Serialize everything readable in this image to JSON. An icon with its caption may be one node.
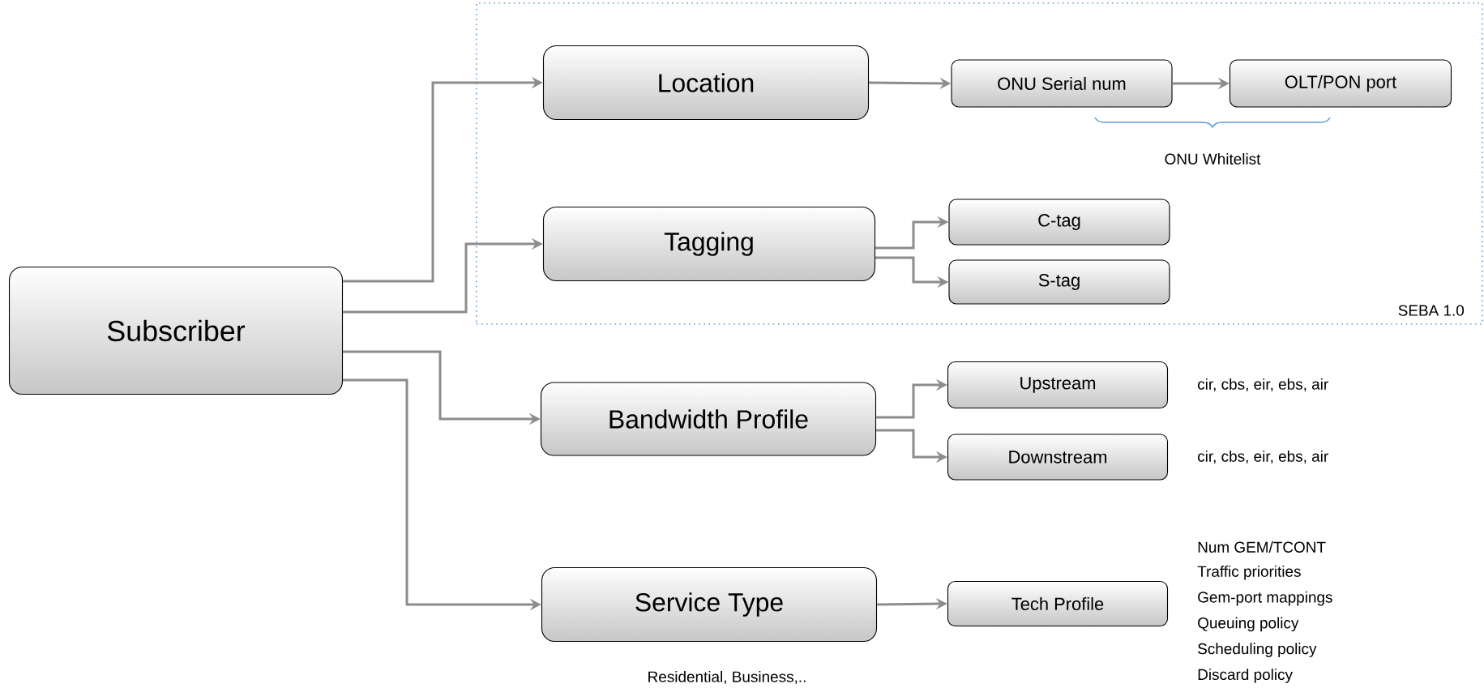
{
  "diagram": {
    "nodes": [
      {
        "text": [
          "SEBA 1.0"
        ]
      },
      {
        "text": [
          "Location"
        ],
        "in": 0
      },
      {
        "text": [
          "ONU Serial num"
        ],
        "in": 0
      },
      {
        "text": [
          "OLT/PON port"
        ],
        "in": 0
      },
      {
        "text": [
          "Tagging"
        ],
        "in": 0
      },
      {
        "text": [
          "C-tag"
        ],
        "in": 0
      },
      {
        "text": [
          "S-tag"
        ],
        "in": 0
      },
      {
        "text": [
          "Subscriber"
        ]
      },
      {
        "text": [
          "Bandwidth Profile"
        ]
      },
      {
        "text": [
          "Upstream"
        ],
        "beside": [
          "cir, cbs, eir, ebs, air"
        ]
      },
      {
        "text": [
          "Downstream"
        ],
        "beside": [
          "cir, cbs, eir, ebs, air"
        ]
      },
      {
        "text": [
          "Service Type"
        ],
        "beside": [
          "Residential, Business,.."
        ]
      },
      {
        "text": [
          "Tech Profile"
        ],
        "beside": [
          "Num GEM/TCONT",
          "Traffic priorities",
          "Gem-port mappings",
          "Queuing policy",
          "Scheduling policy",
          "Discard policy"
        ]
      }
    ],
    "edges": [
      {
        "from": 7,
        "to": 1,
        "arrow": "to"
      },
      {
        "from": 7,
        "to": 4,
        "arrow": "to"
      },
      {
        "from": 7,
        "to": 8,
        "arrow": "to"
      },
      {
        "from": 7,
        "to": 11,
        "arrow": "to"
      },
      {
        "from": 1,
        "to": 2,
        "arrow": "to"
      },
      {
        "from": 2,
        "to": 3,
        "arrow": "to"
      },
      {
        "from": 4,
        "to": 5,
        "arrow": "to"
      },
      {
        "from": 4,
        "to": 6,
        "arrow": "to"
      },
      {
        "from": 8,
        "to": 9,
        "arrow": "to"
      },
      {
        "from": 8,
        "to": 10,
        "arrow": "to"
      },
      {
        "from": 11,
        "to": 12,
        "arrow": "to"
      }
    ],
    "labels": [
      "ONU Whitelist"
    ]
  }
}
